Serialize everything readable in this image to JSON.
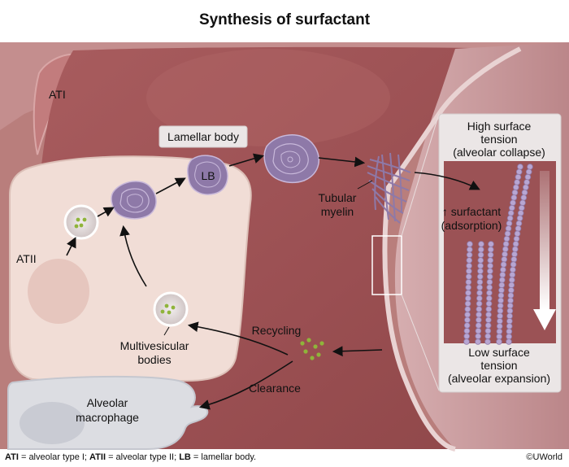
{
  "title": "Synthesis of surfactant",
  "labels": {
    "ati": "ATI",
    "atii": "ATII",
    "lamellar_body": "Lamellar body",
    "lb": "LB",
    "tubular_myelin_1": "Tubular",
    "tubular_myelin_2": "myelin",
    "multivesicular_1": "Multivesicular",
    "multivesicular_2": "bodies",
    "recycling": "Recycling",
    "clearance": "Clearance",
    "macrophage_1": "Alveolar",
    "macrophage_2": "macrophage",
    "high_tension_1": "High surface",
    "high_tension_2": "tension",
    "high_tension_3": "(alveolar collapse)",
    "surfactant_1": "↑ surfactant",
    "surfactant_2": "(adsorption)",
    "low_tension_1": "Low surface",
    "low_tension_2": "tension",
    "low_tension_3": "(alveolar expansion)"
  },
  "footer": {
    "ati_abbr": "ATI",
    "ati_def": " = alveolar type I; ",
    "atii_abbr": "ATII",
    "atii_def": " = alveolar type II; ",
    "lb_abbr": "LB",
    "lb_def": " = lamellar body."
  },
  "copyright": "©UWorld",
  "colors": {
    "tissue": "#c98a86",
    "alveolar_space": "#9e5355",
    "atii_cell": "#f1ddd6",
    "lamellar": "#8e79a8",
    "vesicle_dot": "#8fb43a",
    "macrophage": "#dcdde2",
    "panel": "#ebe6e6"
  }
}
